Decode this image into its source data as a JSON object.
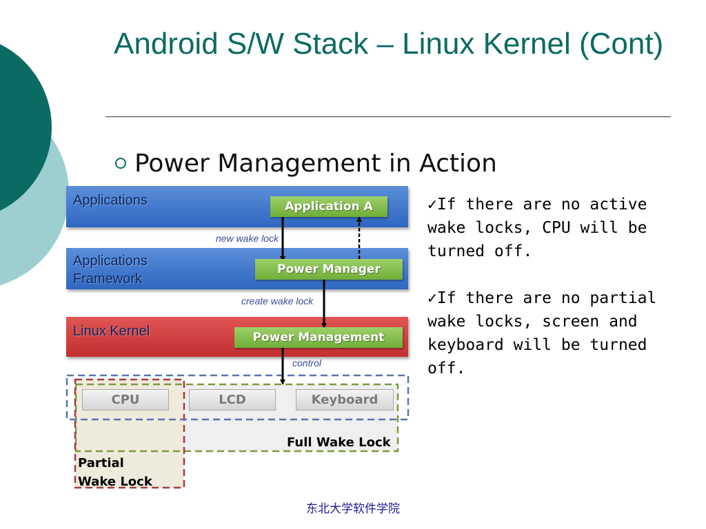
{
  "slide": {
    "title": "Android S/W Stack – Linux Kernel (Cont)",
    "bullet": "Power Management in Action",
    "footer": "东北大学软件学院",
    "colors": {
      "title": "#0b6b63",
      "decor_dark": "#0b6b63",
      "decor_light": "#9dcfd0"
    }
  },
  "diagram": {
    "layers": {
      "applications": "Applications",
      "framework_line1": "Applications",
      "framework_line2": "Framework",
      "kernel": "Linux Kernel"
    },
    "components": {
      "application_a": "Application A",
      "power_manager": "Power Manager",
      "power_management": "Power Management"
    },
    "annotations": {
      "new_wake_lock": "new wake lock",
      "create_wake_lock": "create wake lock",
      "control": "control"
    },
    "hardware": {
      "cpu": "CPU",
      "lcd": "LCD",
      "keyboard": "Keyboard"
    },
    "locks": {
      "full": "Full Wake Lock",
      "partial_line1": "Partial",
      "partial_line2": "Wake Lock"
    }
  },
  "notes": [
    "✓If there are no active wake locks, CPU will be turned off.",
    "✓If there are no partial wake locks, screen and keyboard will be turned off."
  ]
}
